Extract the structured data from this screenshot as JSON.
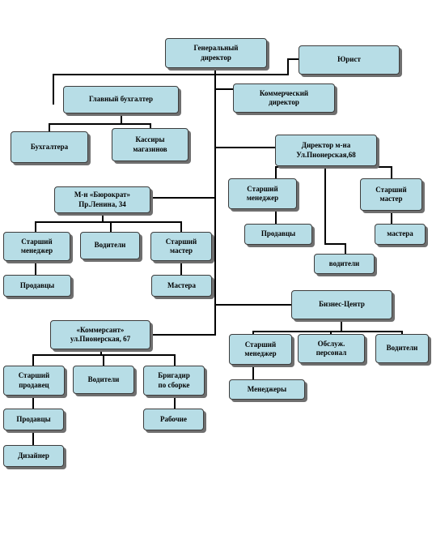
{
  "org_chart": {
    "general_director": "Генеральный\nдиректор",
    "lawyer": "Юрист",
    "chief_accountant": "Главный бухгалтер",
    "commercial_director": "Коммерческий\nдиректор",
    "accounting": "Бухгалтера",
    "cashiers": "Кассиры\nмагазинов",
    "store_director_pionerskaya": "Директор м-на\nУл.Пионерская,68",
    "pionerskaya_senior_manager": "Старший\nменеджер",
    "pionerskaya_senior_master": "Старший\nмастер",
    "pionerskaya_sellers": "Продавцы",
    "pionerskaya_drivers": "водители",
    "pionerskaya_masters": "мастера",
    "store_biurokrat": "М-н «Бюрократ»\nПр.Ленина, 34",
    "biurokrat_senior_manager": "Старший\nменеджер",
    "biurokrat_drivers": "Водители",
    "biurokrat_senior_master": "Старший\nмастер",
    "biurokrat_sellers": "Продавцы",
    "biurokrat_masters": "Мастера",
    "business_center": "Бизнес-Центр",
    "bc_senior_manager": "Старший\nменеджер",
    "bc_service_staff": "Обслуж.\nперсонал",
    "bc_drivers": "Водители",
    "bc_managers": "Менеджеры",
    "store_kommersant": "«Коммерсант»\nул.Пионерская, 67",
    "kommersant_senior_seller": "Старший\nпродавец",
    "kommersant_drivers": "Водители",
    "kommersant_foreman": "Бригадир\nпо сборке",
    "kommersant_sellers": "Продавцы",
    "kommersant_workers": "Рабочие",
    "kommersant_designer": "Дизайнер"
  }
}
